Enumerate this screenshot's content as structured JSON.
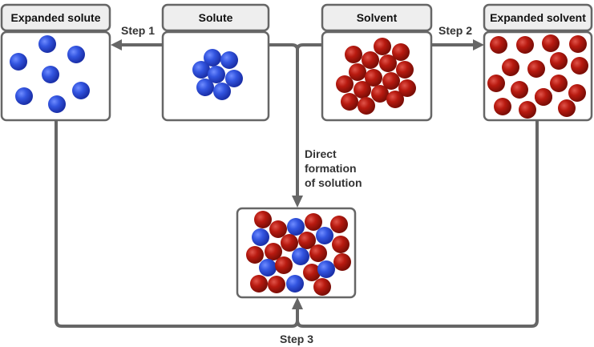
{
  "boxes": {
    "expanded_solute": {
      "title": "Expanded solute"
    },
    "solute": {
      "title": "Solute"
    },
    "solvent": {
      "title": "Solvent"
    },
    "expanded_solvent": {
      "title": "Expanded solvent"
    },
    "solution": {
      "title": ""
    }
  },
  "labels": {
    "step1": "Step 1",
    "step2": "Step 2",
    "step3": "Step 3",
    "direct_line1": "Direct",
    "direct_line2": "formation",
    "direct_line3": "of solution"
  },
  "colors": {
    "solute": "#2f4fd6",
    "solvent": "#b3170c",
    "line": "#666666",
    "header_bg": "#eeeeee"
  },
  "particles": {
    "expanded_solute": {
      "solute": 7,
      "solvent": 0
    },
    "solute": {
      "solute": 7,
      "solvent": 0
    },
    "solvent": {
      "solute": 0,
      "solvent": 18
    },
    "expanded_solvent": {
      "solute": 0,
      "solvent": 17
    },
    "solution": {
      "solute": 7,
      "solvent": 18
    }
  }
}
